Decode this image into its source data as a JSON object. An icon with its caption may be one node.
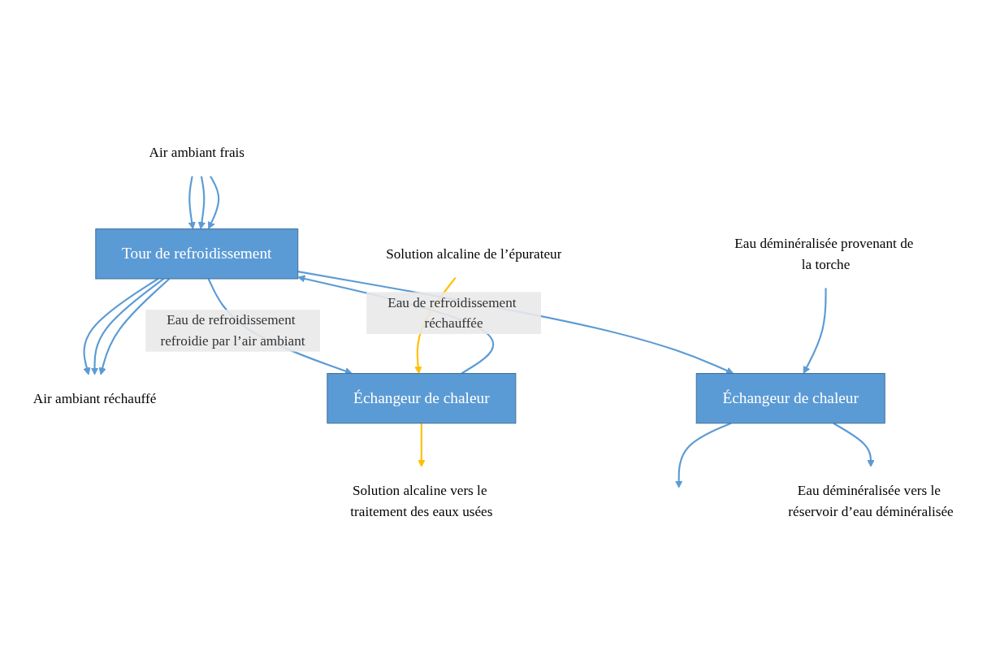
{
  "diagram": {
    "nodes": [
      {
        "text": [
          "Tour de refroidissement"
        ]
      },
      {
        "text": [
          "Air ambiant frais"
        ]
      },
      {
        "text": [
          "Air ambiant réchauffé"
        ]
      },
      {
        "text": [
          "Solution alcaline de l’épurateur"
        ]
      },
      {
        "text": [
          "Échangeur de chaleur"
        ]
      },
      {
        "text": [
          "Eau déminéralisée provenant de la torche"
        ]
      },
      {
        "text": [
          "Échangeur de chaleur"
        ]
      },
      {
        "text": [
          "Solution alcaline vers le traitement des eaux usées"
        ]
      },
      {
        "text": [
          "Eau déminéralisée vers le réservoir d’eau déminéralisée"
        ]
      }
    ],
    "edges": [
      {
        "from": 1,
        "to": 0,
        "arrow": "to"
      },
      {
        "from": 1,
        "to": 0,
        "arrow": "to"
      },
      {
        "from": 1,
        "to": 0,
        "arrow": "to"
      },
      {
        "from": 0,
        "to": 2,
        "arrow": "to"
      },
      {
        "from": 0,
        "to": 2,
        "arrow": "to"
      },
      {
        "from": 0,
        "to": 2,
        "arrow": "to"
      },
      {
        "from": 4,
        "to": 0,
        "arrow": "to",
        "label": "Eau de refroidissement réchauffée"
      },
      {
        "from": 0,
        "to": 4,
        "arrow": "to",
        "label": "Eau de refroidissement refroidie par l’air ambiant"
      },
      {
        "from": 0,
        "to": 6,
        "arrow": "to"
      },
      {
        "from": 6,
        "to": null,
        "arrow": "to"
      },
      {
        "from": 3,
        "to": 4,
        "arrow": "to",
        "color": "#ffc000"
      },
      {
        "from": 4,
        "to": 7,
        "arrow": "to",
        "color": "#ffc000"
      },
      {
        "from": 5,
        "to": 6,
        "arrow": "to"
      },
      {
        "from": 6,
        "to": 8,
        "arrow": "to"
      }
    ]
  }
}
